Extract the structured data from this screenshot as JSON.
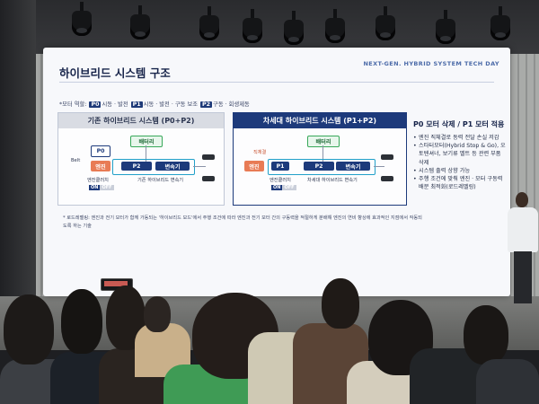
{
  "slide": {
    "title": "하이브리드 시스템 구조",
    "subtitle": "NEXT-GEN. HYBRID SYSTEM TECH DAY",
    "roles": {
      "prefix": "*모터 역할:",
      "p0_tag": "P0",
      "p0_text": "시동 · 발전",
      "p1_tag": "P1",
      "p1_text": "시동 · 발전 · 구동 보조",
      "p2_tag": "P2",
      "p2_text": "구동 · 회생제동"
    },
    "left_panel": {
      "title": "기존 하이브리드 시스템 (P0+P2)",
      "battery": "배터리",
      "p0": "P0",
      "belt": "Belt",
      "engine": "엔진",
      "p2": "P2",
      "transmission": "변속기",
      "clutch_label": "엔진클러치",
      "hybrid_trans_label": "기존 하이브리드 변속기",
      "on": "ON",
      "off": "OFF"
    },
    "mid_panel": {
      "title": "차세대 하이브리드 시스템 (P1+P2)",
      "battery": "배터리",
      "direct": "직체결",
      "engine": "엔진",
      "p1": "P1",
      "p2": "P2",
      "transmission": "변속기",
      "clutch_label": "엔진클러치",
      "hybrid_trans_label": "차세대 하이브리드 변속기",
      "on": "ON",
      "off": "OFF"
    },
    "right_panel": {
      "title": "P0 모터 삭제 / P1 모터 적용",
      "bullets": [
        "엔진 직체결로 동력 전달 손실 저감",
        "스타터모터(Hybrid Stop & Go), 오토텐셔너, 보기류 벨트 등 관련 부품 삭제",
        "시스템 출력 상향 가능",
        "주행 조건에 맞춰 엔진 · 모터 구동력 배분 최적화(로드레벨링)"
      ]
    },
    "footnote": "* 로드레벨링: 엔진과 전기 모터가 함께 가동되는 '하이브리드 모드'에서 주행 조건에 따라 엔진과 전기 모터 간의 구동력을 적절하게 분배해 엔진의 연비 향상에 효과적인 지점에서 작동되도록 하는 기술"
  },
  "colors": {
    "navy": "#1d3a7b",
    "engine": "#e87b55",
    "battery_green": "#38a85a",
    "highlight_cyan": "#21a0c9",
    "screen_bg": "#f7f8fb"
  }
}
